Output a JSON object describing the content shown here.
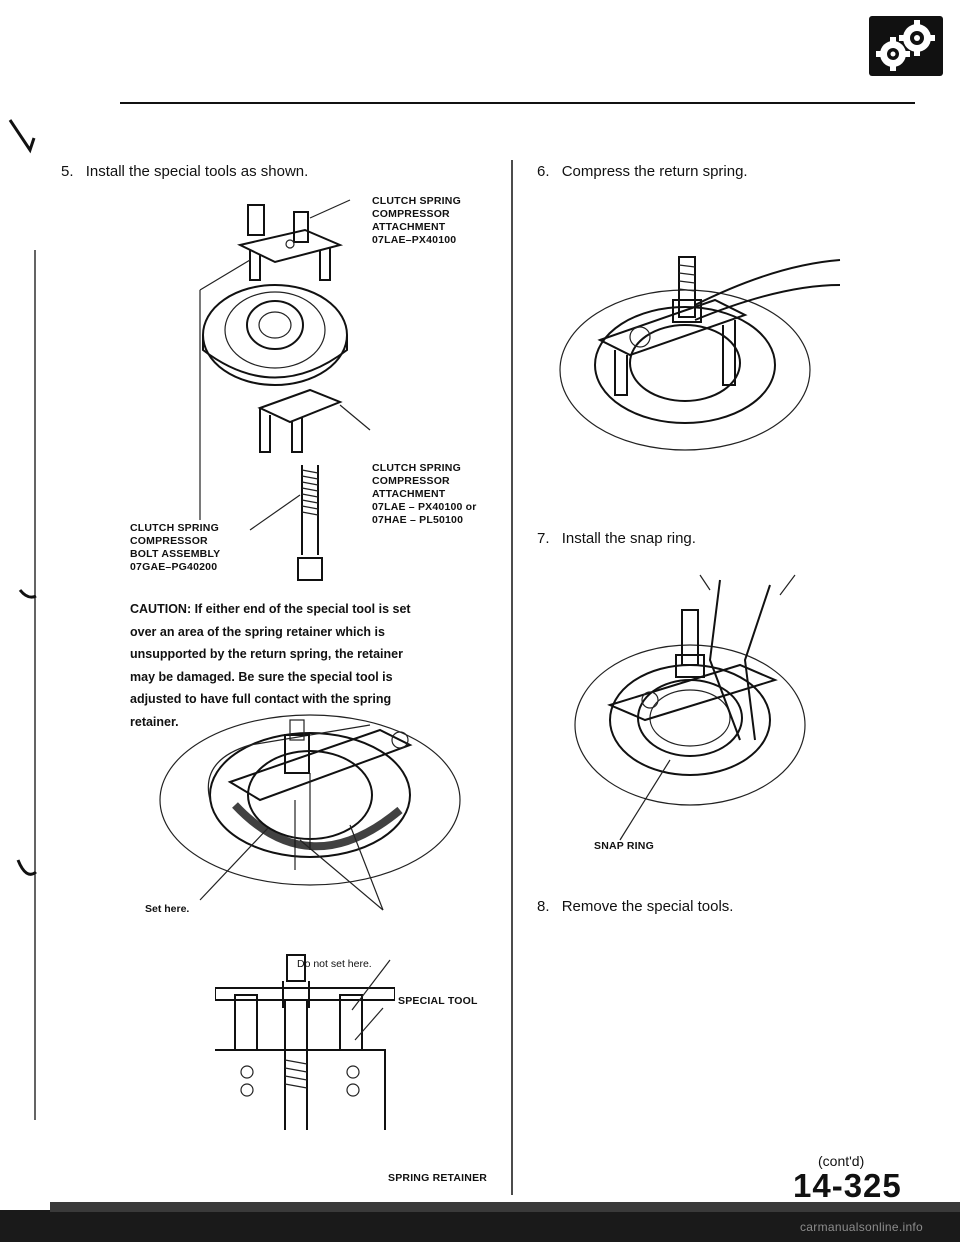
{
  "steps": {
    "s5": {
      "num": "5.",
      "text": "Install the special tools as shown."
    },
    "s6": {
      "num": "6.",
      "text": "Compress the return spring."
    },
    "s7": {
      "num": "7.",
      "text": "Install the snap ring."
    },
    "s8": {
      "num": "8.",
      "text": "Remove the special tools."
    }
  },
  "labels": {
    "attachment_top": "CLUTCH SPRING\nCOMPRESSOR\nATTACHMENT\n07LAE–PX40100",
    "attachment_mid": "CLUTCH SPRING\nCOMPRESSOR\nATTACHMENT\n07LAE – PX40100 or\n07HAE – PL50100",
    "bolt_assembly": "CLUTCH SPRING\nCOMPRESSOR\nBOLT ASSEMBLY\n07GAE–PG40200",
    "set_here": "Set here.",
    "do_not_set_here": "Do not set here.",
    "special_tool": "SPECIAL TOOL",
    "spring_retainer": "SPRING RETAINER",
    "snap_ring": "SNAP RING"
  },
  "caution": "CAUTION: If either end of the special tool is set over an area of the spring retainer which is unsupported by the return spring, the retainer may be damaged. Be sure the special tool is adjusted to have full contact with the spring retainer.",
  "footer": {
    "contd": "(cont'd)",
    "page_number": "14-325",
    "watermark": "carmanualsonline.info"
  },
  "icons": {
    "header": "gear-pair-icon"
  },
  "colors": {
    "ink": "#111111",
    "paper": "#ffffff",
    "footer_bar": "#1a1a1a"
  }
}
